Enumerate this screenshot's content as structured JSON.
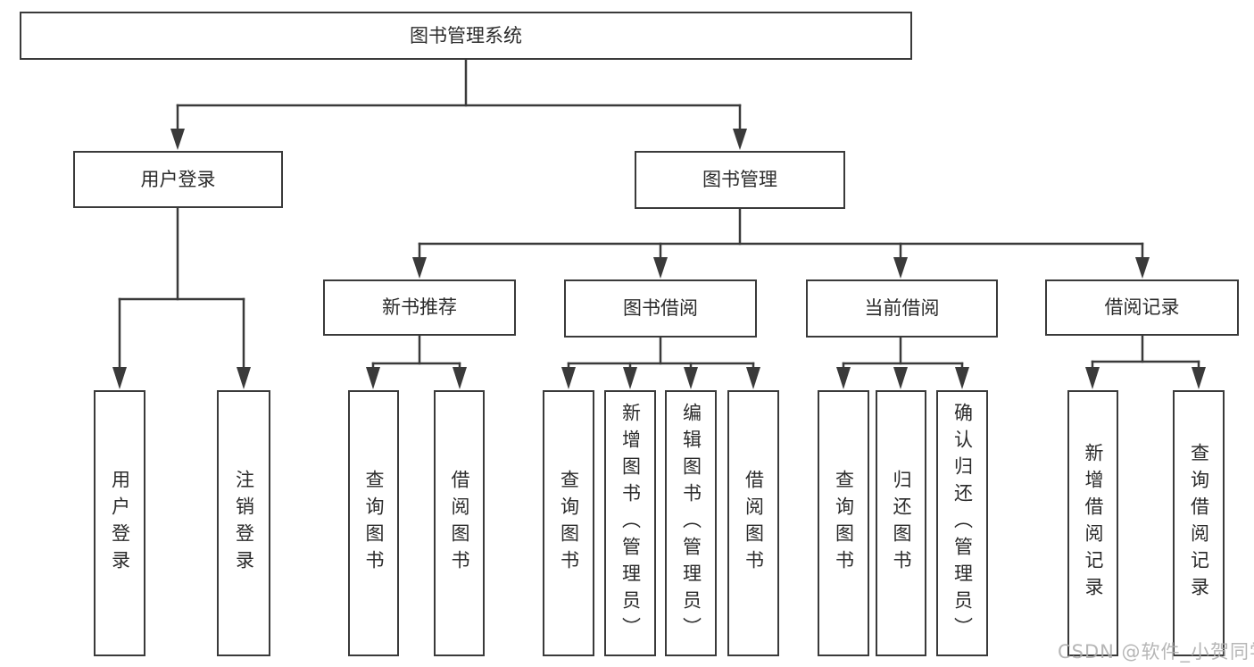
{
  "diagram_title": "图书管理系统",
  "watermark": "CSDN @软件_小贺同学",
  "colors": {
    "line": "#3a3a3a",
    "box_border": "#3a3a3a",
    "box_fill": "#ffffff",
    "text": "#2b2b2b",
    "watermark": "#acacac",
    "background": "#ffffff"
  },
  "tree": {
    "label": "图书管理系统",
    "children": [
      {
        "label": "用户登录",
        "children": [
          {
            "label": "用户登录"
          },
          {
            "label": "注销登录"
          }
        ]
      },
      {
        "label": "图书管理",
        "children": [
          {
            "label": "新书推荐",
            "children": [
              {
                "label": "查询图书"
              },
              {
                "label": "借阅图书"
              }
            ]
          },
          {
            "label": "图书借阅",
            "children": [
              {
                "label": "查询图书"
              },
              {
                "label": "新增图书（管理员）"
              },
              {
                "label": "编辑图书（管理员）"
              },
              {
                "label": "借阅图书"
              }
            ]
          },
          {
            "label": "当前借阅",
            "children": [
              {
                "label": "查询图书"
              },
              {
                "label": "归还图书"
              },
              {
                "label": "确认归还（管理员）"
              }
            ]
          },
          {
            "label": "借阅记录",
            "children": [
              {
                "label": "新增借阅记录"
              },
              {
                "label": "查询借阅记录"
              }
            ]
          }
        ]
      }
    ]
  }
}
